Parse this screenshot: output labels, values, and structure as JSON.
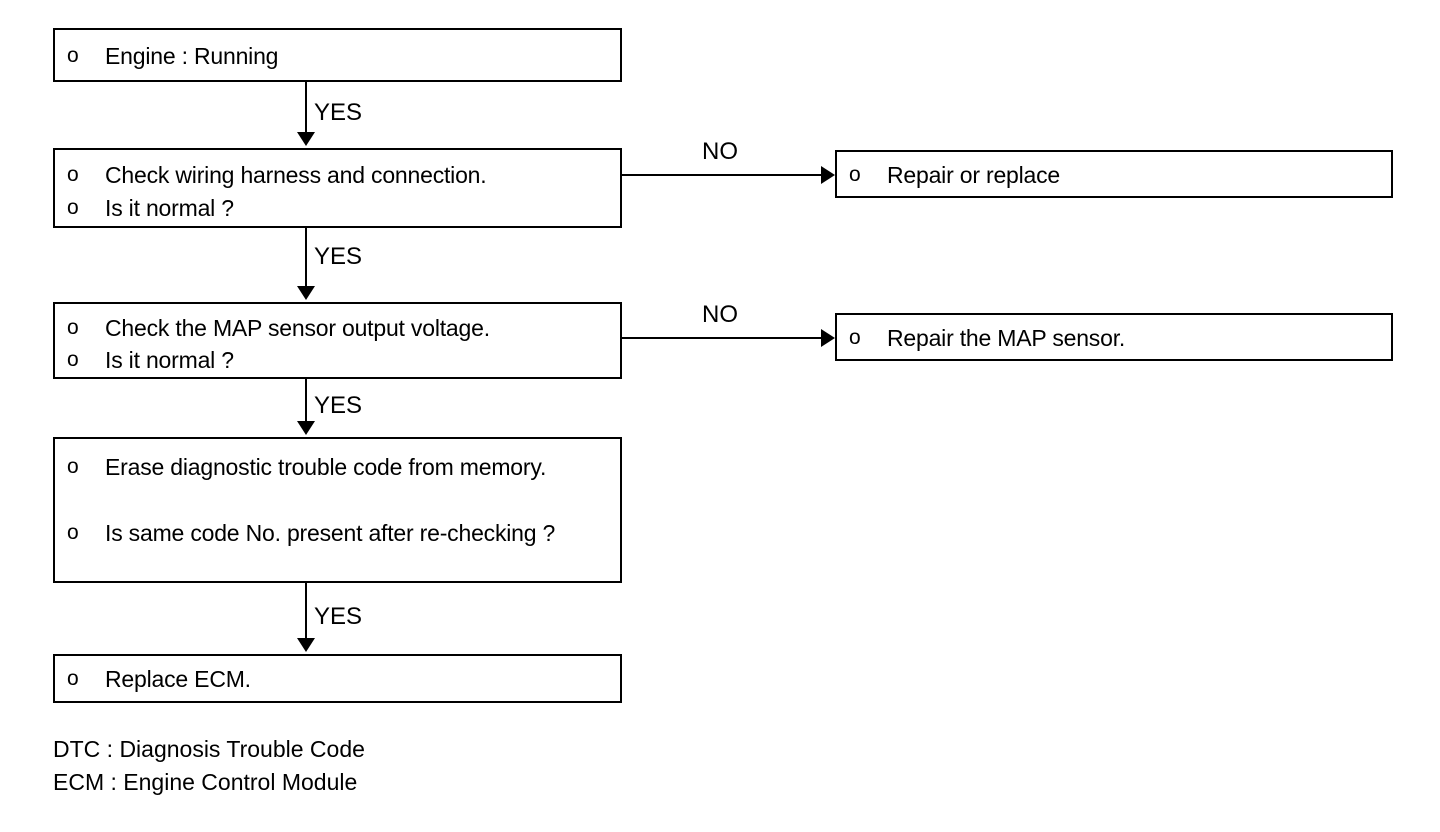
{
  "diagram": {
    "title": "MAP sensor diagnostic trouble code flowchart",
    "bullet_glyph": "o",
    "nodes": {
      "engine": {
        "lines": [
          "Engine : Running"
        ]
      },
      "harness": {
        "lines": [
          "Check wiring harness and connection.",
          "Is it normal ?"
        ]
      },
      "mapsensor": {
        "lines": [
          "Check the MAP sensor output voltage.",
          "Is it normal ?"
        ]
      },
      "erase": {
        "lines": [
          "Erase diagnostic trouble code from memory.",
          "Is same code No. present after re-checking ?"
        ]
      },
      "ecm": {
        "lines": [
          "Replace ECM."
        ]
      },
      "repair1": {
        "lines": [
          "Repair or replace"
        ]
      },
      "repair2": {
        "lines": [
          "Repair the MAP sensor."
        ]
      }
    },
    "edges": {
      "yes1": "YES",
      "yes2": "YES",
      "yes3": "YES",
      "yes4": "YES",
      "no1": "NO",
      "no2": "NO"
    },
    "legend": {
      "dtc": "DTC : Diagnosis Trouble Code",
      "ecm": "ECM : Engine Control Module"
    },
    "colors": {
      "stroke": "#000000",
      "background": "#ffffff",
      "text": "#000000"
    }
  }
}
